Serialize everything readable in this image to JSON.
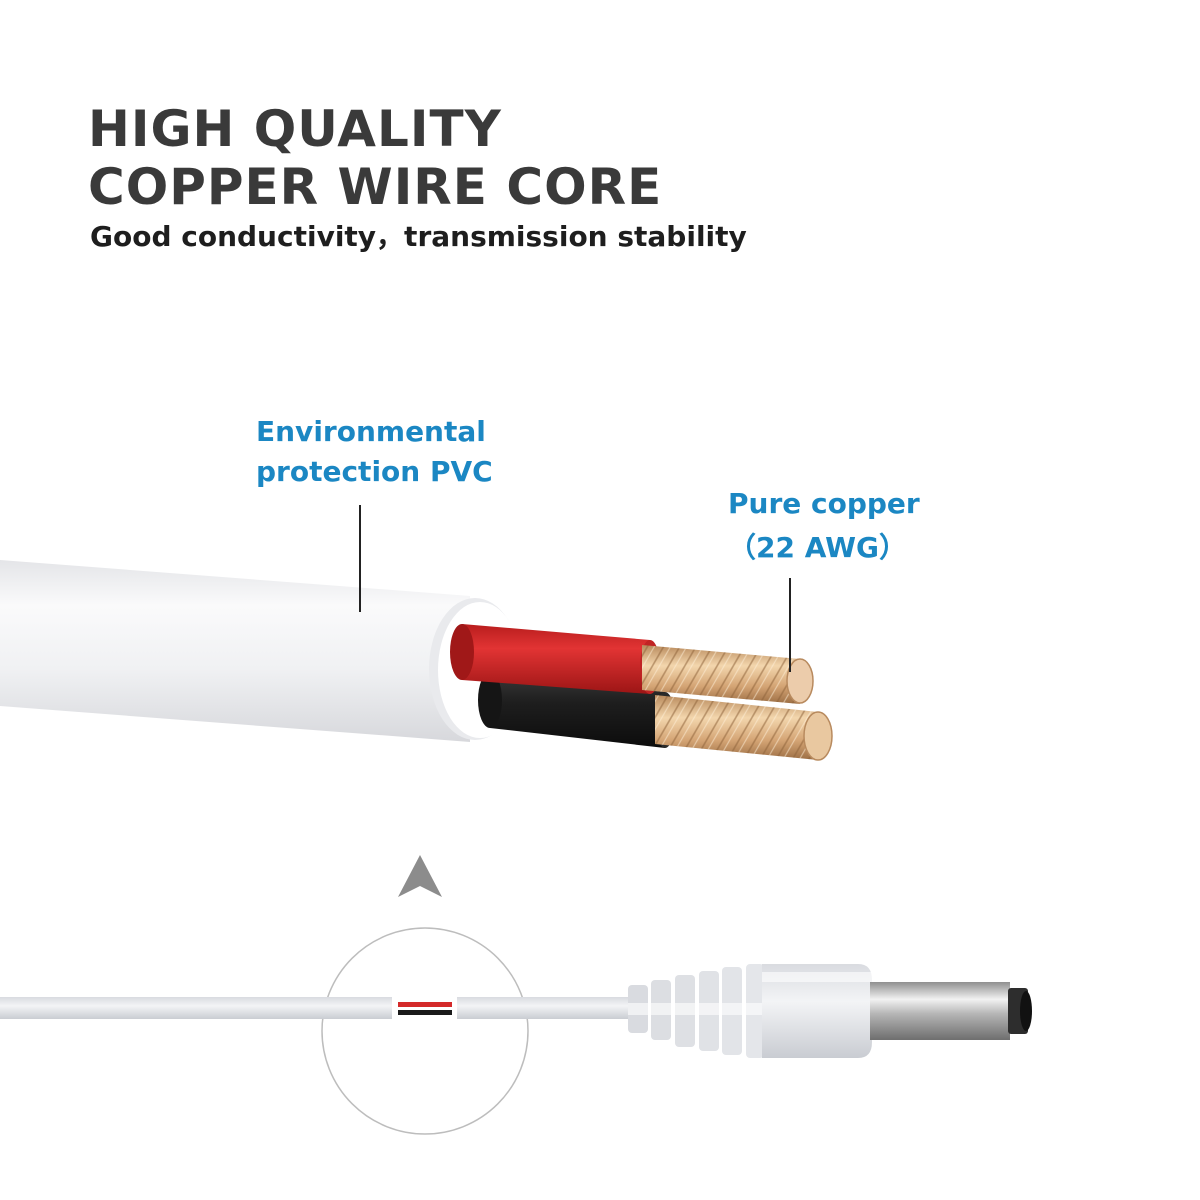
{
  "headline": {
    "line1": "HIGH QUALITY",
    "line2": "COPPER WIRE CORE",
    "subtitle": "Good conductivity，transmission stability"
  },
  "callouts": {
    "pvc": {
      "line1": "Environmental",
      "line2": "protection PVC"
    },
    "copper": {
      "line1": "Pure copper",
      "line2": "（22 AWG）"
    }
  },
  "colors": {
    "headline": "#3a3a3a",
    "callout_text": "#1b87c3",
    "pvc_sheath": "#f2f2f4",
    "red_conductor": "#d62a2a",
    "black_conductor": "#1c1c1c",
    "copper": "#d9a877"
  },
  "icons": {
    "zoom_arrow": "up-triangle-icon",
    "magnifier": "circle-callout"
  }
}
